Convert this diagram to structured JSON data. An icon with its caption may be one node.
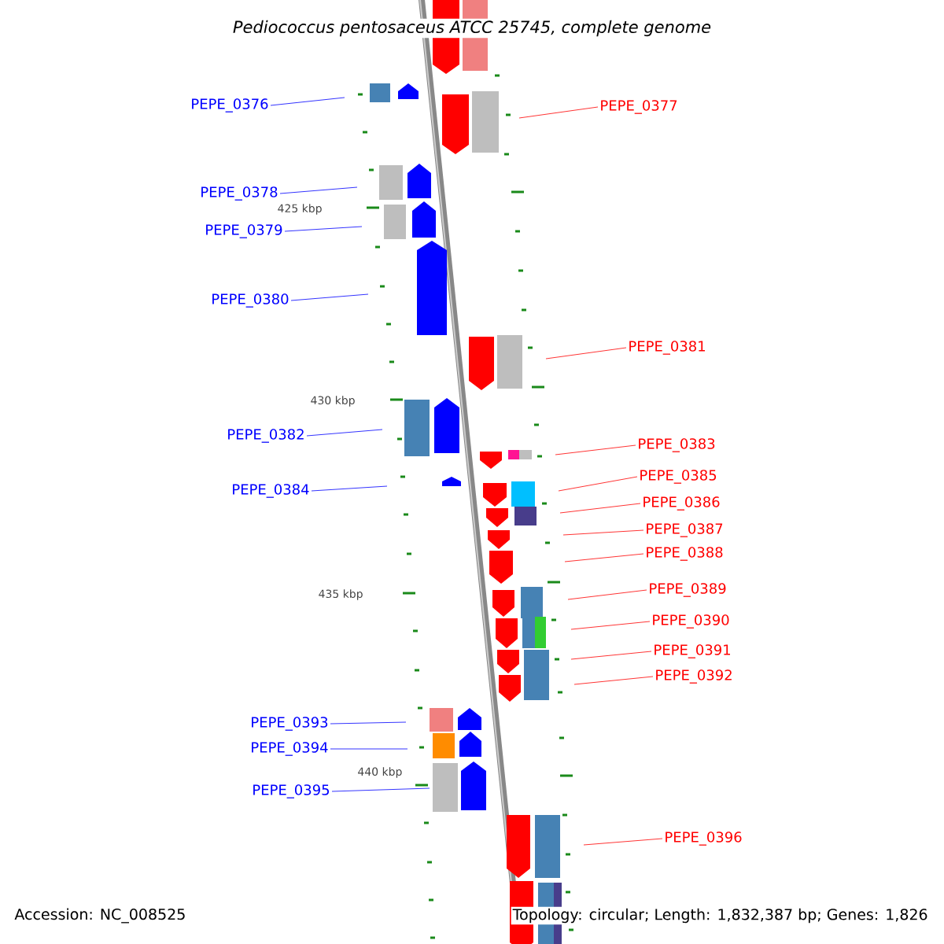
{
  "diagram": {
    "title": "Pediococcus pentosaceus ATCC 25745, complete genome",
    "nodes": [
      {
        "text": [
          "PEPE_0376"
        ]
      },
      {
        "text": [
          "PEPE_0377"
        ]
      },
      {
        "text": [
          "PEPE_0378"
        ]
      },
      {
        "text": [
          "PEPE_0379"
        ]
      },
      {
        "text": [
          "PEPE_0380"
        ]
      },
      {
        "text": [
          "PEPE_0381"
        ]
      },
      {
        "text": [
          "PEPE_0382"
        ]
      },
      {
        "text": [
          "PEPE_0383"
        ]
      },
      {
        "text": [
          "PEPE_0384"
        ]
      },
      {
        "text": [
          "PEPE_0385"
        ]
      },
      {
        "text": [
          "PEPE_0386"
        ]
      },
      {
        "text": [
          "PEPE_0387"
        ]
      },
      {
        "text": [
          "PEPE_0388"
        ]
      },
      {
        "text": [
          "PEPE_0389"
        ]
      },
      {
        "text": [
          "PEPE_0390"
        ]
      },
      {
        "text": [
          "PEPE_0391"
        ]
      },
      {
        "text": [
          "PEPE_0392"
        ]
      },
      {
        "text": [
          "PEPE_0393"
        ]
      },
      {
        "text": [
          "PEPE_0394"
        ]
      },
      {
        "text": [
          "PEPE_0395"
        ]
      },
      {
        "text": [
          "PEPE_0396"
        ]
      }
    ],
    "edges": [
      {
        "from": 0,
        "to": null,
        "arrow": "none",
        "color": "#0000ff"
      },
      {
        "from": 1,
        "to": null,
        "arrow": "none",
        "color": "#ff0000"
      },
      {
        "from": 2,
        "to": null,
        "arrow": "none",
        "color": "#0000ff"
      },
      {
        "from": 3,
        "to": null,
        "arrow": "none",
        "color": "#0000ff"
      },
      {
        "from": 4,
        "to": null,
        "arrow": "none",
        "color": "#0000ff"
      },
      {
        "from": 5,
        "to": null,
        "arrow": "none",
        "color": "#ff0000"
      },
      {
        "from": 6,
        "to": null,
        "arrow": "none",
        "color": "#0000ff"
      },
      {
        "from": 7,
        "to": null,
        "arrow": "none",
        "color": "#ff0000"
      },
      {
        "from": 8,
        "to": null,
        "arrow": "none",
        "color": "#0000ff"
      },
      {
        "from": 9,
        "to": null,
        "arrow": "none",
        "color": "#ff0000"
      },
      {
        "from": 10,
        "to": null,
        "arrow": "none",
        "color": "#ff0000"
      },
      {
        "from": 11,
        "to": null,
        "arrow": "none",
        "color": "#ff0000"
      },
      {
        "from": 12,
        "to": null,
        "arrow": "none",
        "color": "#ff0000"
      },
      {
        "from": 13,
        "to": null,
        "arrow": "none",
        "color": "#ff0000"
      },
      {
        "from": 14,
        "to": null,
        "arrow": "none",
        "color": "#ff0000"
      },
      {
        "from": 15,
        "to": null,
        "arrow": "none",
        "color": "#ff0000"
      },
      {
        "from": 16,
        "to": null,
        "arrow": "none",
        "color": "#ff0000"
      },
      {
        "from": 17,
        "to": null,
        "arrow": "none",
        "color": "#0000ff"
      },
      {
        "from": 18,
        "to": null,
        "arrow": "none",
        "color": "#0000ff"
      },
      {
        "from": 19,
        "to": null,
        "arrow": "none",
        "color": "#0000ff"
      },
      {
        "from": 20,
        "to": null,
        "arrow": "none",
        "color": "#ff0000"
      }
    ],
    "labels": [
      "425 kbp",
      "430 kbp",
      "435 kbp",
      "440 kbp",
      "Accession: NC_008525",
      "Topology: circular; Length: 1,832,387 bp; Genes: 1,826"
    ]
  }
}
